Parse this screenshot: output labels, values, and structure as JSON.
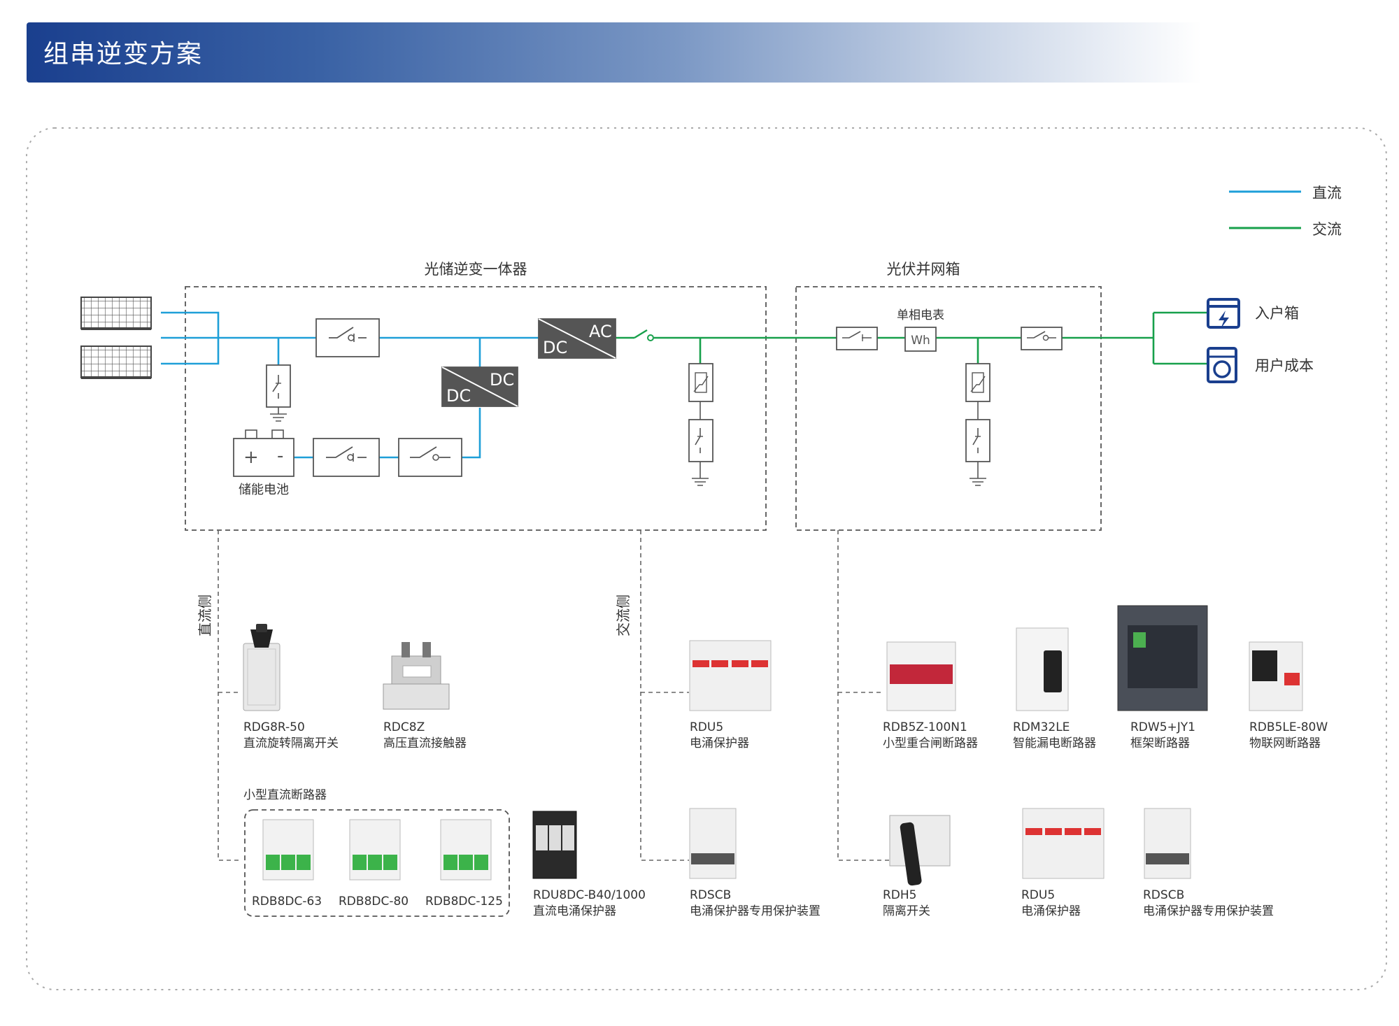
{
  "page_title": "组串逆变方案",
  "legend": [
    {
      "label": "直流",
      "color": "#1e9fd8"
    },
    {
      "label": "交流",
      "color": "#17a04b"
    }
  ],
  "colors": {
    "dc": "#1e9fd8",
    "ac": "#17a04b",
    "brand": "#1a3f8e",
    "box": "#555555"
  },
  "diagram": {
    "inverter_box_title": "光储逆变一体器",
    "grid_box_title": "光伏并网箱",
    "meter_label": "单相电表",
    "meter_unit": "Wh",
    "battery_label": "储能电池",
    "battery_plus": "+",
    "battery_minus": "-",
    "dcac": {
      "top": "AC",
      "bottom": "DC"
    },
    "dcdc": {
      "top": "DC",
      "bottom": "DC"
    },
    "outputs": [
      {
        "label": "入户箱",
        "icon": "distribution-box-icon"
      },
      {
        "label": "用户成本",
        "icon": "washing-machine-icon"
      }
    ],
    "dc_side_label": "直流侧",
    "ac_side_label": "交流侧"
  },
  "products": {
    "dc_products": [
      {
        "model": "RDG8R-50",
        "name": "直流旋转隔离开关"
      },
      {
        "model": "RDC8Z",
        "name": "高压直流接触器"
      }
    ],
    "small_dc_breaker_group": {
      "title": "小型直流断路器",
      "models": [
        "RDB8DC-63",
        "RDB8DC-80",
        "RDB8DC-125"
      ]
    },
    "dc_spd": {
      "model": "RDU8DC-B40/1000",
      "name": "直流电涌保护器"
    },
    "ac_products": [
      {
        "model": "RDU5",
        "name": "电涌保护器"
      },
      {
        "model": "RDSCB",
        "name": "电涌保护器专用保护装置"
      }
    ],
    "grid_products_row1": [
      {
        "model": "RDB5Z-100N1",
        "name": "小型重合闸断路器"
      },
      {
        "model": "RDM32LE",
        "name": "智能漏电断路器"
      },
      {
        "model": "RDW5+JY1",
        "name": "框架断路器"
      },
      {
        "model": "RDB5LE-80W",
        "name": "物联网断路器"
      }
    ],
    "grid_products_row2": [
      {
        "model": "RDH5",
        "name": "隔离开关"
      },
      {
        "model": "RDU5",
        "name": "电涌保护器"
      },
      {
        "model": "RDSCB",
        "name": "电涌保护器专用保护装置"
      }
    ]
  }
}
